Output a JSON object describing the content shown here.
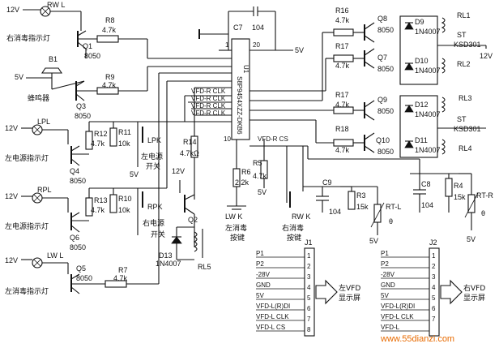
{
  "ic": {
    "name": "U1",
    "part": "S8P9454XZZ-DKB6",
    "pin1": "1",
    "pin10": "10",
    "pin20": "20"
  },
  "cap_top": {
    "name": "C7",
    "value": "104"
  },
  "supply": {
    "v12": "12V",
    "v5": "5V",
    "m28": "-28V"
  },
  "rwl": {
    "name": "RW L",
    "label": "右消毒指示灯",
    "q": "Q1",
    "qtype": "8050",
    "r": "R8",
    "rv": "4.7k"
  },
  "buzzer": {
    "name": "B1",
    "label": "蜂鸣器",
    "q": "Q3",
    "qtype": "8050",
    "r": "R9",
    "rv": "4.7k"
  },
  "lpl": {
    "name": "LPL",
    "label": "左电源指示灯",
    "q": "Q4",
    "qtype": "8050",
    "r1": "R12",
    "r1v": "4.7k",
    "r2": "R11",
    "r2v": "10k"
  },
  "lpk": {
    "name": "LPK",
    "label1": "左电源",
    "label2": "开关"
  },
  "rpl": {
    "name": "RPL",
    "label": "左电源指示灯",
    "q": "Q6",
    "qtype": "8050",
    "r1": "R13",
    "r1v": "4.7k",
    "r2": "R10",
    "r2v": "10k"
  },
  "rpk": {
    "name": "RPK",
    "label1": "右电源",
    "label2": "开关"
  },
  "lwl": {
    "name": "LW L",
    "label": "左消毒指示灯",
    "q": "Q5",
    "qtype": "8050",
    "r": "R7",
    "rv": "4.7k"
  },
  "r14": {
    "name": "R14",
    "value": "4.7kΩ"
  },
  "q2": {
    "name": "Q2"
  },
  "d13": {
    "name": "D13",
    "part": "1N4007"
  },
  "rl5": {
    "name": "RL5"
  },
  "r6": {
    "name": "R6",
    "value": "2.2k"
  },
  "r5": {
    "name": "R5",
    "value": "4.7k"
  },
  "lwk": {
    "name": "LW  K",
    "label1": "左消毒",
    "label2": "按键"
  },
  "rwk": {
    "name": "RW K",
    "label1": "右消毒",
    "label2": "按键"
  },
  "c9": {
    "name": "C9",
    "value": "104"
  },
  "r3": {
    "name": "R3",
    "value": "15k"
  },
  "rtl": {
    "name": "RT-L",
    "theta": "θ"
  },
  "c8": {
    "name": "C8",
    "value": "104"
  },
  "r4": {
    "name": "R4",
    "value": "15k"
  },
  "rtr": {
    "name": "RT-R",
    "theta": "θ"
  },
  "bus": {
    "clk": "VFD-R CLK",
    "cs": "VFD-R CS"
  },
  "relay_top": {
    "r16": "R16",
    "r16v": "4.7k",
    "r17": "R17",
    "r17v": "4.7k",
    "q8": "Q8",
    "q8t": "8050",
    "q7": "Q7",
    "q7t": "8050",
    "d9": "D9",
    "d9p": "1N4007",
    "d10": "D10",
    "d10p": "1N4007",
    "rl1": "RL1",
    "rl2": "RL2",
    "st": "ST",
    "stp": "KSD301",
    "v": "12V"
  },
  "relay_bot": {
    "r17": "R17",
    "r17v": "4.7k",
    "r18": "R18",
    "r18v": "4.7k",
    "q9": "Q9",
    "q9t": "8050",
    "q10": "Q10",
    "q10t": "8050",
    "d12": "D12",
    "d12p": "1N4007",
    "d11": "D11",
    "d11p": "1N4007",
    "rl3": "RL3",
    "rl4": "RL4",
    "st": "ST",
    "stp": "KSD301"
  },
  "j1": {
    "name": "J1",
    "pins": [
      "P1",
      "P2",
      "-28V",
      "GND",
      "5V",
      "VFD-L(R)DI",
      "VFD-L CLK",
      "VFD-L CS"
    ],
    "nums": [
      "1",
      "2",
      "3",
      "4",
      "5",
      "6",
      "7",
      "8"
    ],
    "label1": "左VFD",
    "label2": "显示屏"
  },
  "j2": {
    "name": "J2",
    "pins": [
      "P1",
      "P2",
      "-28V",
      "GND",
      "5V",
      "VFD-L(R)DI",
      "VFD-L CLK",
      "VFD-L"
    ],
    "nums": [
      "1",
      "2",
      "3",
      "4",
      "5",
      "6",
      "7"
    ],
    "label1": "右VFD",
    "label2": "显示屏"
  },
  "watermark": "www.55dianzi.com"
}
